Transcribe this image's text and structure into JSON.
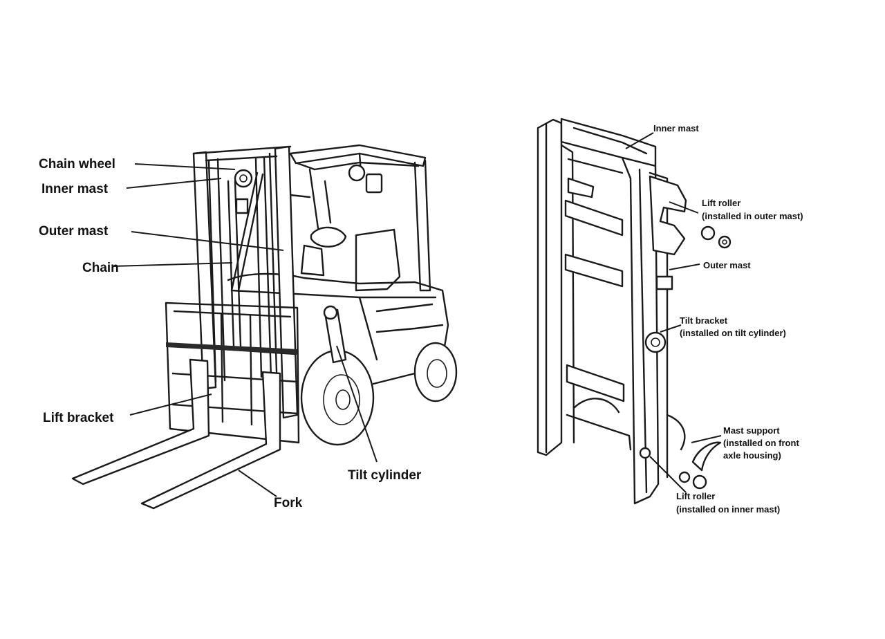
{
  "forklift": {
    "labels": {
      "chain_wheel": "Chain wheel",
      "inner_mast": "Inner mast",
      "outer_mast": "Outer mast",
      "chain": "Chain",
      "lift_bracket": "Lift bracket",
      "tilt_cylinder": "Tilt cylinder",
      "fork": "Fork"
    }
  },
  "mast_assembly": {
    "labels": {
      "inner_mast": "Inner mast",
      "lift_roller_outer_line1": "Lift roller",
      "lift_roller_outer_line2": "(installed in outer mast)",
      "outer_mast": "Outer mast",
      "tilt_bracket_line1": "Tilt bracket",
      "tilt_bracket_line2": "(installed on tilt cylinder)",
      "mast_support_line1": "Mast support",
      "mast_support_line2": "(installed on front",
      "mast_support_line3": "axle housing)",
      "lift_roller_inner_line1": "Lift roller",
      "lift_roller_inner_line2": "(installed on inner mast)"
    }
  },
  "colors": {
    "ink": "#1a1a1a",
    "background": "#ffffff"
  }
}
